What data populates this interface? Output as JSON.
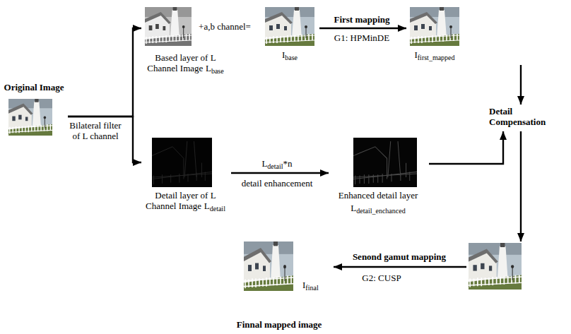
{
  "diagram": {
    "nodes": [
      {
        "text": [
          "Original Image"
        ]
      },
      {
        "text": [
          "Based layer of L Channel Image",
          "L",
          "base"
        ]
      },
      {
        "text": [
          "I",
          "base"
        ]
      },
      {
        "text": [
          "I",
          "first_mapped"
        ]
      },
      {
        "text": [
          "Detail Compensation"
        ]
      },
      {
        "text": [
          "Detail layer of L Channel Image",
          "L",
          "detail"
        ]
      },
      {
        "text": [
          "Enhanced detail layer",
          "L",
          "detail_enchanced"
        ]
      },
      {
        "text": []
      },
      {
        "text": [
          "I",
          "final",
          "Finnal mapped image"
        ]
      }
    ],
    "edges": [
      {
        "from": 0,
        "to": 1,
        "arrow": "to",
        "label": "Bilateral filter of L channel"
      },
      {
        "from": 0,
        "to": 5,
        "arrow": "to"
      },
      {
        "from": 2,
        "to": 3,
        "arrow": "to",
        "label": "First mapping"
      },
      {
        "from": 3,
        "to": 4,
        "arrow": "to"
      },
      {
        "from": 5,
        "to": 6,
        "arrow": "to",
        "label": "detail enhancement"
      },
      {
        "from": 6,
        "to": 4,
        "arrow": "to"
      },
      {
        "from": 4,
        "to": 7,
        "arrow": "to"
      },
      {
        "from": 7,
        "to": 8,
        "arrow": "to",
        "label": "Senond gamut mapping"
      }
    ],
    "labels": [
      "+a,b channel=",
      "G1: HPMinDE",
      "L",
      "detail",
      "*n",
      "G2: CUSP"
    ]
  }
}
